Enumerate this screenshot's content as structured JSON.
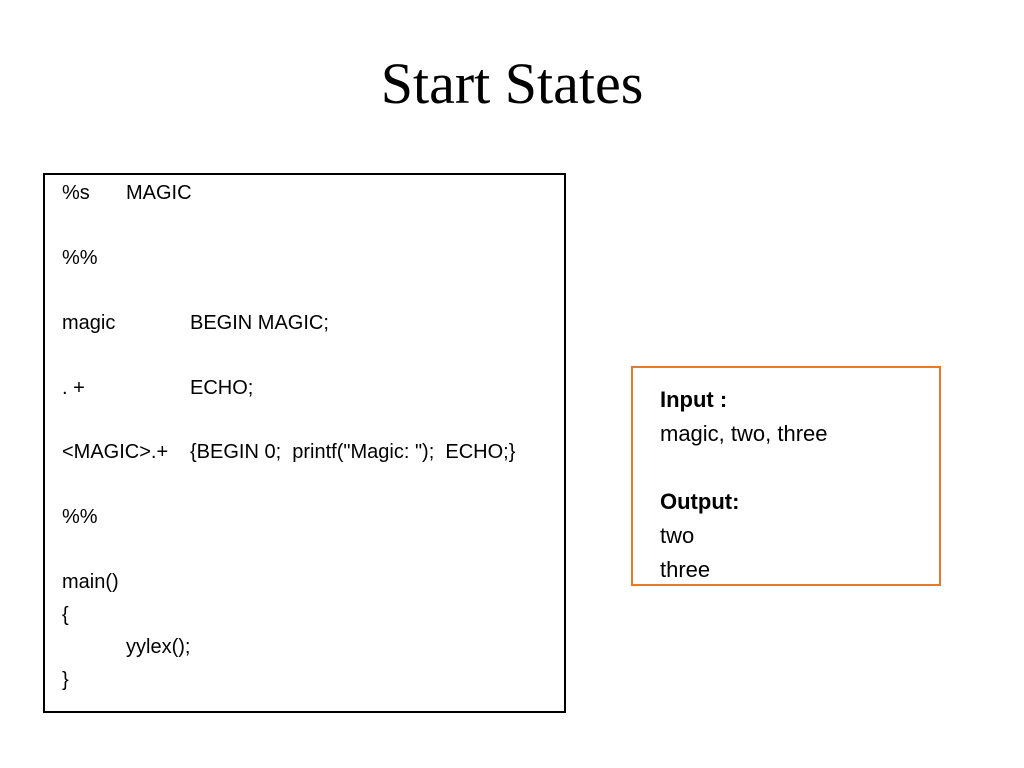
{
  "slide": {
    "title": "Start States"
  },
  "code": {
    "line1_a": "%s",
    "line1_b": "MAGIC",
    "line2": "%%",
    "line3_a": "magic",
    "line3_b": "BEGIN MAGIC;",
    "line4_a": ". +",
    "line4_b": "ECHO;",
    "line5_a": "<MAGIC>.+",
    "line5_b": "{BEGIN 0;  printf(\"Magic: \");  ECHO;}",
    "line6": "%%",
    "line7": "main()",
    "line8": "{",
    "line9": "yylex();",
    "line10": "}"
  },
  "io": {
    "input_label": "Input :",
    "input_value": "magic, two, three",
    "output_label": "Output:",
    "output_line1": "two",
    "output_line2": "three"
  },
  "colors": {
    "io_border": "#e47a28",
    "code_border": "#000000"
  }
}
